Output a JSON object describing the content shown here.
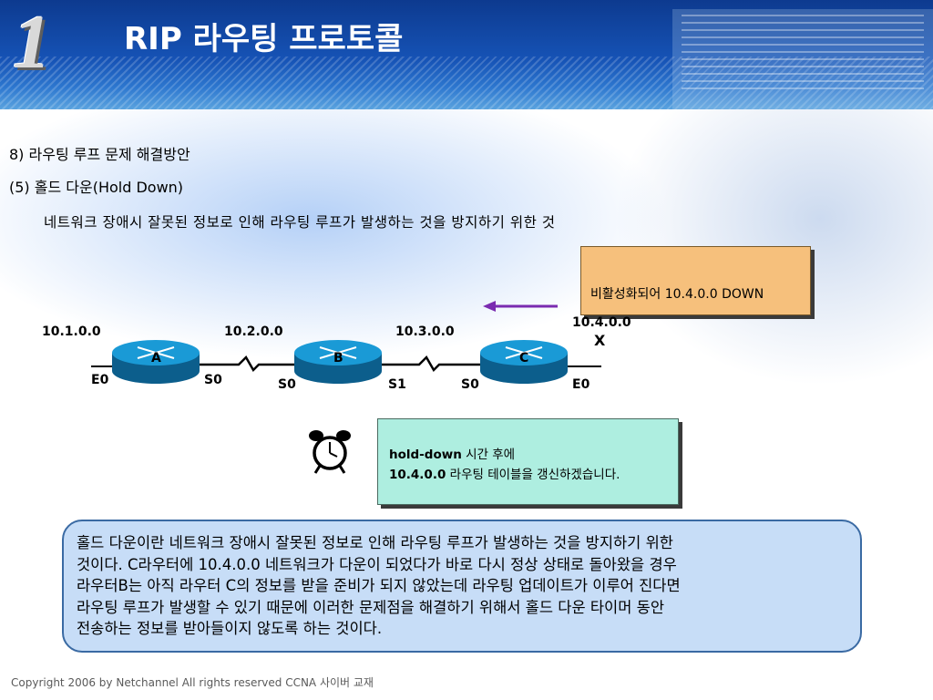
{
  "header": {
    "slide_number": "1",
    "title": "RIP 라우팅 프로토콜"
  },
  "content": {
    "heading1": "8) 라우팅 루프 문제 해결방안",
    "heading2": "(5) 홀드 다운(Hold Down)",
    "description": "네트워크 장애시 잘못된 정보로 인해 라우팅 루프가 발생하는 것을 방지하기 위한 것"
  },
  "diagram": {
    "networks": [
      "10.1.0.0",
      "10.2.0.0",
      "10.3.0.0",
      "10.4.0.0"
    ],
    "down_mark": "X",
    "routers": [
      "A",
      "B",
      "C"
    ],
    "ports": [
      "E0",
      "S0",
      "S0",
      "S1",
      "S0",
      "E0"
    ],
    "colors": {
      "router": "#1a9ad6",
      "arrow": "#7a2bb0",
      "link": "#000000"
    },
    "icons": [
      "router-icon",
      "serial-link-icon",
      "left-arrow-icon",
      "alarm-clock-icon"
    ]
  },
  "callout_orange": {
    "text": "비활성화되어 10.4.0.0  DOWN"
  },
  "callout_green": {
    "line1_bold": "hold-down",
    "line1_rest": " 시간 후에",
    "line2_bold": "10.4.0.0",
    "line2_rest": " 라우팅 테이블을  갱신하겠습니다."
  },
  "summary": {
    "lines": [
      "홀드 다운이란 네트워크 장애시 잘못된 정보로 인해 라우팅 루프가 발생하는 것을 방지하기 위한",
      "것이다. C라우터에 10.4.0.0 네트워크가 다운이 되었다가 바로 다시 정상 상태로 돌아왔을 경우",
      "라우터B는 아직 라우터 C의 정보를 받을 준비가 되지 않았는데 라우팅 업데이트가 이루어 진다면",
      "라우팅 루프가 발생할 수 있기 때문에 이러한 문제점을 해결하기 위해서 홀드 다운 타이머 동안",
      "전송하는 정보를 받아들이지 않도록 하는 것이다."
    ]
  },
  "footer": {
    "text": "Copyright 2006 by Netchannel All rights reserved CCNA 사이버 교재"
  }
}
